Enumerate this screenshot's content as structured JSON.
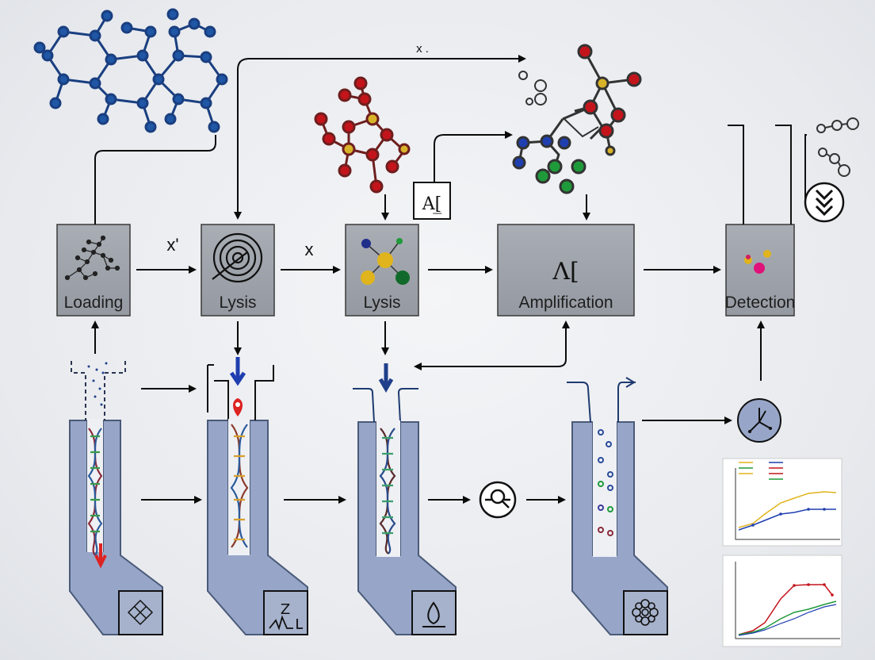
{
  "stages": [
    {
      "id": "loading",
      "label": "Loading"
    },
    {
      "id": "lysis-1",
      "label": "Lysis"
    },
    {
      "id": "lysis-2",
      "label": "Lysis"
    },
    {
      "id": "amplification",
      "label": "Amplification",
      "glyph": "Λ["
    },
    {
      "id": "detection",
      "label": "Detection"
    }
  ],
  "edge_labels": {
    "loading_to_lysis": "x'",
    "lysis_to_lysis": "x",
    "top_loop": "x ."
  },
  "reagent_box_label": "A[̲",
  "tube_icons": [
    "network-grid-icon",
    "z-waveform-icon",
    "drop-icon",
    "flower-icon"
  ],
  "icons": {
    "detection_badge": "chevron-stack-icon",
    "branch_node": "branch-node-icon",
    "magnifier_ring": "search-ring-icon"
  },
  "colors": {
    "box_fill": "#9ea3ab",
    "tube_fill": "#97a6c8",
    "tube_stroke": "#4a5a78",
    "arrow": "#0a0a0a",
    "atom_blue": "#1f57a6",
    "atom_red": "#c4141b",
    "atom_gold": "#d8b32a",
    "atom_green": "#1f9a3a"
  }
}
